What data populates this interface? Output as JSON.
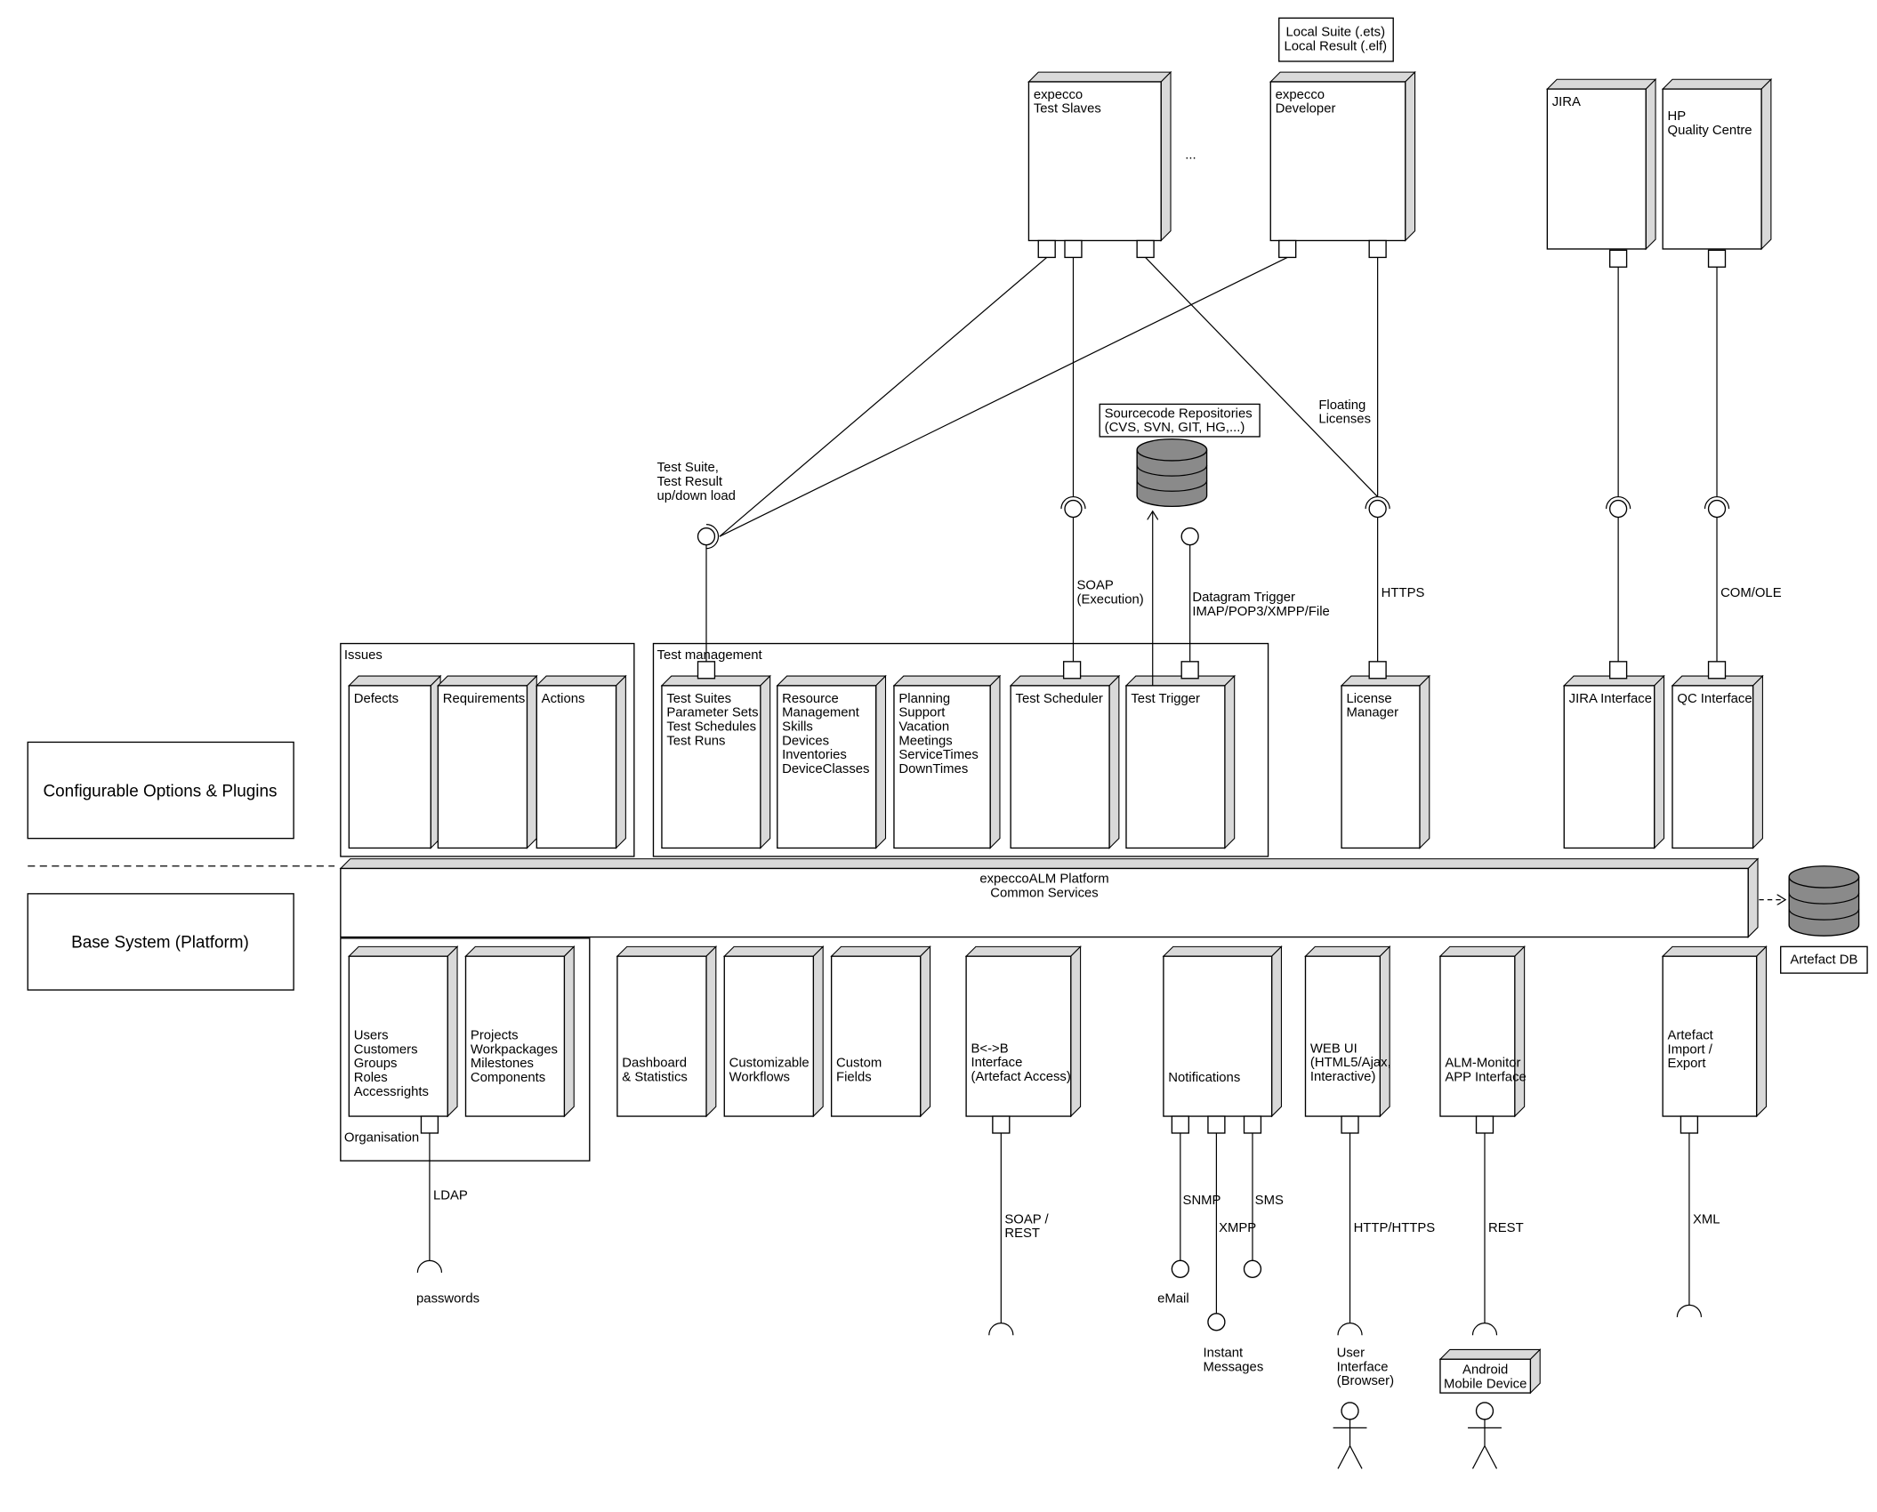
{
  "layers": {
    "configurable": "Configurable Options & Plugins",
    "base": "Base System (Platform)"
  },
  "notes": {
    "local_files": [
      "Local Suite (.ets)",
      "Local Result (.elf)"
    ],
    "source_repos": [
      "Sourcecode Repositories",
      "(CVS, SVN, GIT, HG,...)"
    ],
    "artefact_db": "Artefact DB",
    "ellipsis": "..."
  },
  "external_nodes": {
    "test_slaves": [
      "expecco",
      "Test Slaves"
    ],
    "developer": [
      "expecco",
      "Developer"
    ],
    "jira": [
      "JIRA"
    ],
    "hp_qc": [
      "HP",
      "Quality Centre"
    ]
  },
  "packages": {
    "issues": "Issues",
    "test_management": "Test management",
    "organisation": "Organisation"
  },
  "plugin_nodes": {
    "defects": [
      "Defects"
    ],
    "requirements": [
      "Requirements"
    ],
    "actions": [
      "Actions"
    ],
    "test_suites": [
      "Test Suites",
      "Parameter Sets",
      "Test Schedules",
      "Test Runs"
    ],
    "resource_mgmt": [
      "Resource",
      "Management",
      "",
      "Skills",
      "Devices",
      "Inventories",
      "DeviceClasses"
    ],
    "planning": [
      "Planning",
      "Support",
      "",
      "Vacation",
      "Meetings",
      "ServiceTimes",
      "DownTimes"
    ],
    "test_scheduler": [
      "Test Scheduler"
    ],
    "test_trigger": [
      "Test Trigger"
    ],
    "license_manager": [
      "License",
      "Manager"
    ],
    "jira_interface": [
      "JIRA Interface"
    ],
    "qc_interface": [
      "QC Interface"
    ]
  },
  "platform": [
    "expeccoALM Platform",
    "Common Services"
  ],
  "base_nodes": {
    "users": [
      "Users",
      "Customers",
      "Groups",
      "Roles",
      "Accessrights"
    ],
    "projects": [
      "Projects",
      "Workpackages",
      "Milestones",
      "Components"
    ],
    "dashboard": [
      "Dashboard",
      "& Statistics"
    ],
    "workflows": [
      "Customizable",
      "Workflows"
    ],
    "custom_fields": [
      "Custom",
      "Fields"
    ],
    "b2b": [
      "B<->B",
      "Interface",
      "(Artefact Access)"
    ],
    "notifications": [
      "Notifications"
    ],
    "web_ui": [
      "WEB UI",
      "(HTML5/Ajax,",
      "Interactive)"
    ],
    "alm_monitor": [
      "ALM-Monitor",
      "APP Interface"
    ],
    "artefact_io": [
      "Artefact",
      "Import /",
      "Export"
    ],
    "android": [
      "Android",
      "Mobile Device"
    ]
  },
  "connector_labels": {
    "upload": [
      "Test Suite,",
      "Test Result",
      "up/down load"
    ],
    "soap": [
      "SOAP",
      "(Execution)"
    ],
    "datagram": [
      "Datagram Trigger",
      "IMAP/POP3/XMPP/File"
    ],
    "floating": [
      "Floating",
      "Licenses"
    ],
    "https": "HTTPS",
    "com_ole": "COM/OLE",
    "ldap": "LDAP",
    "passwords": "passwords",
    "soap_rest": [
      "SOAP /",
      "REST"
    ],
    "snmp": "SNMP",
    "xmpp": "XMPP",
    "sms": "SMS",
    "email": "eMail",
    "instant": [
      "Instant",
      "Messages"
    ],
    "http": "HTTP/HTTPS",
    "user_interface": [
      "User",
      "Interface",
      "(Browser)"
    ],
    "rest": "REST",
    "xml": "XML"
  },
  "colors": {
    "node_side": "#d9d9d9",
    "database": "#8a8a8a",
    "line": "#000000"
  }
}
